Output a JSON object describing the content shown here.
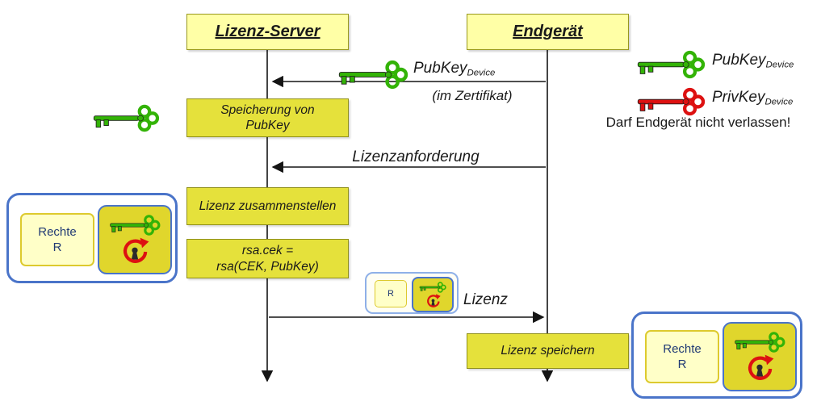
{
  "diagram": {
    "actors": [
      {
        "label": "Lizenz-Server"
      },
      {
        "label": "Endgerät"
      }
    ],
    "messages": {
      "pubkey": {
        "label": "PubKey",
        "sub": "Device",
        "note": "(im Zertifikat)"
      },
      "request": "Lizenzanforderung",
      "license": "Lizenz"
    },
    "steps": {
      "store_line1": "Speicherung von",
      "store_line2": "PubKey",
      "assemble": "Lizenz zusammenstellen",
      "rsa_line1": "rsa.cek =",
      "rsa_line2": "rsa(CEK, PubKey)",
      "save": "Lizenz speichern"
    },
    "rights": {
      "title": "Rechte",
      "symbol": "R",
      "mini": "R"
    },
    "legend": {
      "pubkey": {
        "label": "PubKey",
        "sub": "Device"
      },
      "privkey": {
        "label": "PrivKey",
        "sub": "Device"
      },
      "warning": "Darf Endgerät nicht verlassen!"
    },
    "colors": {
      "header_yellow": "#ffffa6",
      "box_yellow": "#e5e13b",
      "pale_yellow": "#ffffc8",
      "border_blue": "#4a74c9",
      "key_green": "#33b307",
      "key_red": "#dd1111",
      "text_navy": "#203a74"
    }
  }
}
